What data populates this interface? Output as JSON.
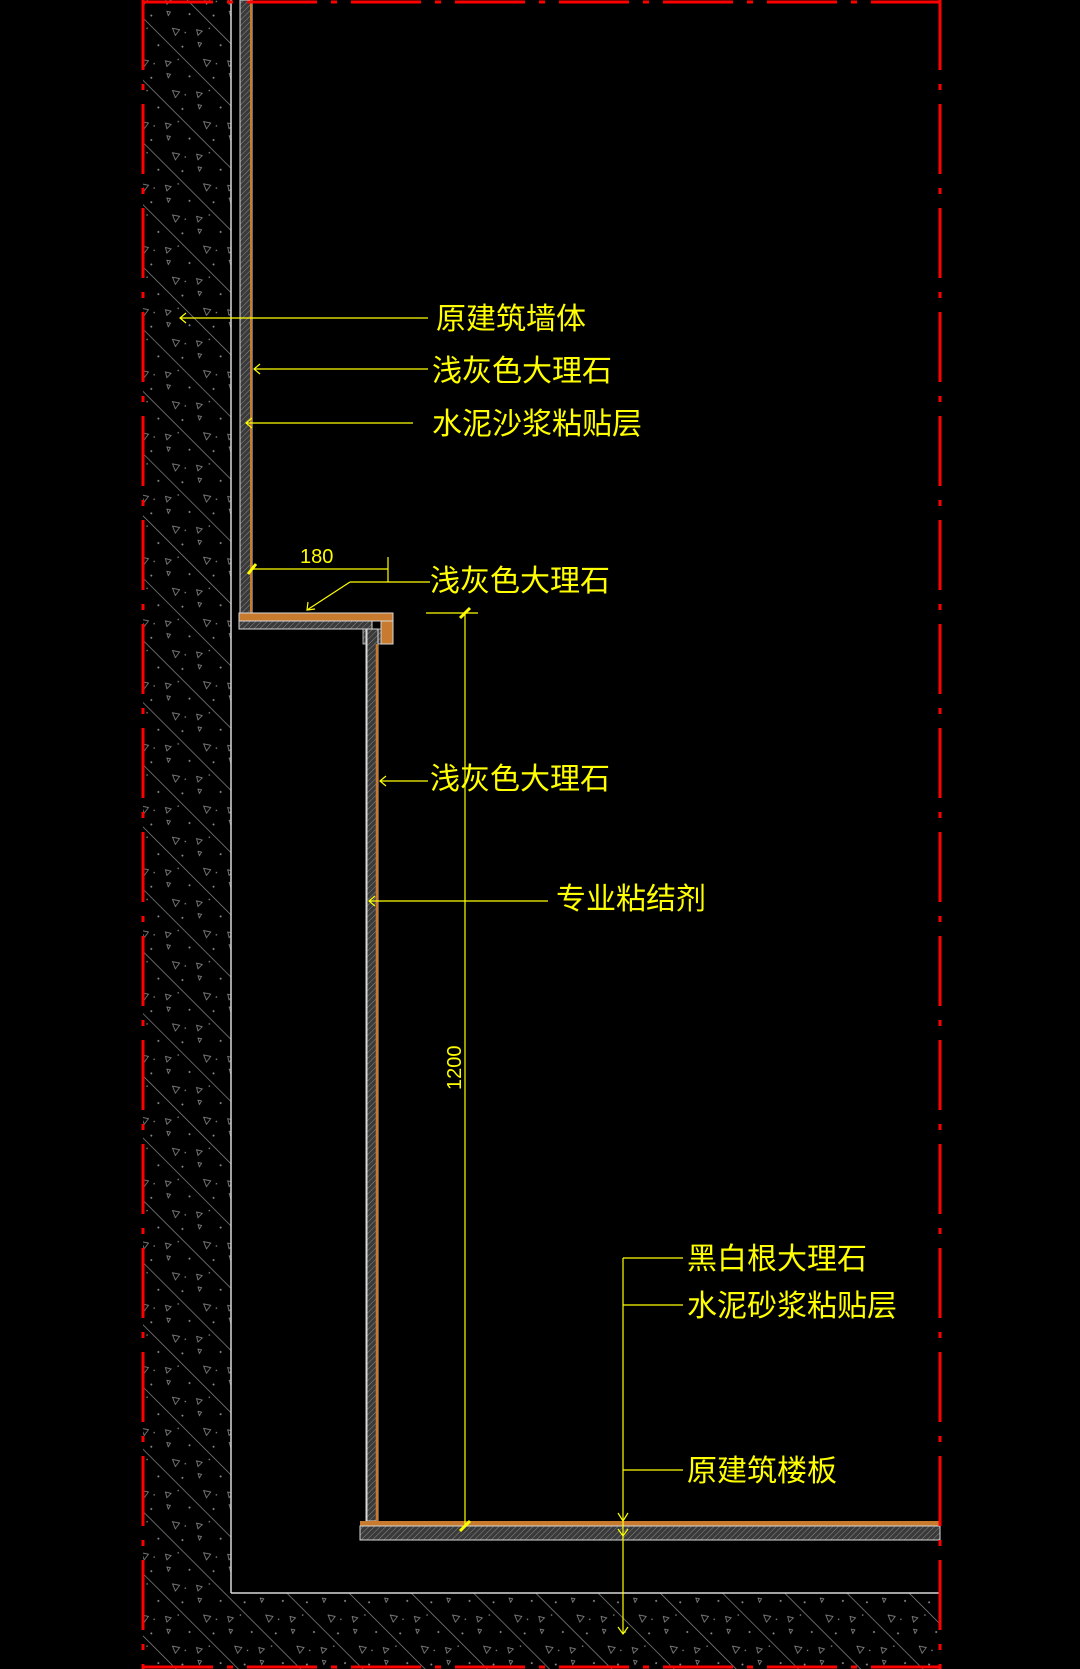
{
  "labels": {
    "wall": "原建筑墙体",
    "wall_stone": "浅灰色大理石",
    "wall_mortar": "水泥沙浆粘贴层",
    "ledge_stone": "浅灰色大理石",
    "panel_stone": "浅灰色大理石",
    "panel_adhesive": "专业粘结剂",
    "floor_stone": "黑白根大理石",
    "floor_mortar": "水泥砂浆粘贴层",
    "floor_slab": "原建筑楼板"
  },
  "dimensions": {
    "ledge_width": "180",
    "panel_height": "1200"
  },
  "colors": {
    "background": "#000000",
    "border": "#ff0000",
    "annotation": "#ffff00",
    "stone": "#c87a2e",
    "hatch": "#9a9a9a",
    "outline": "#d8d8d8"
  }
}
